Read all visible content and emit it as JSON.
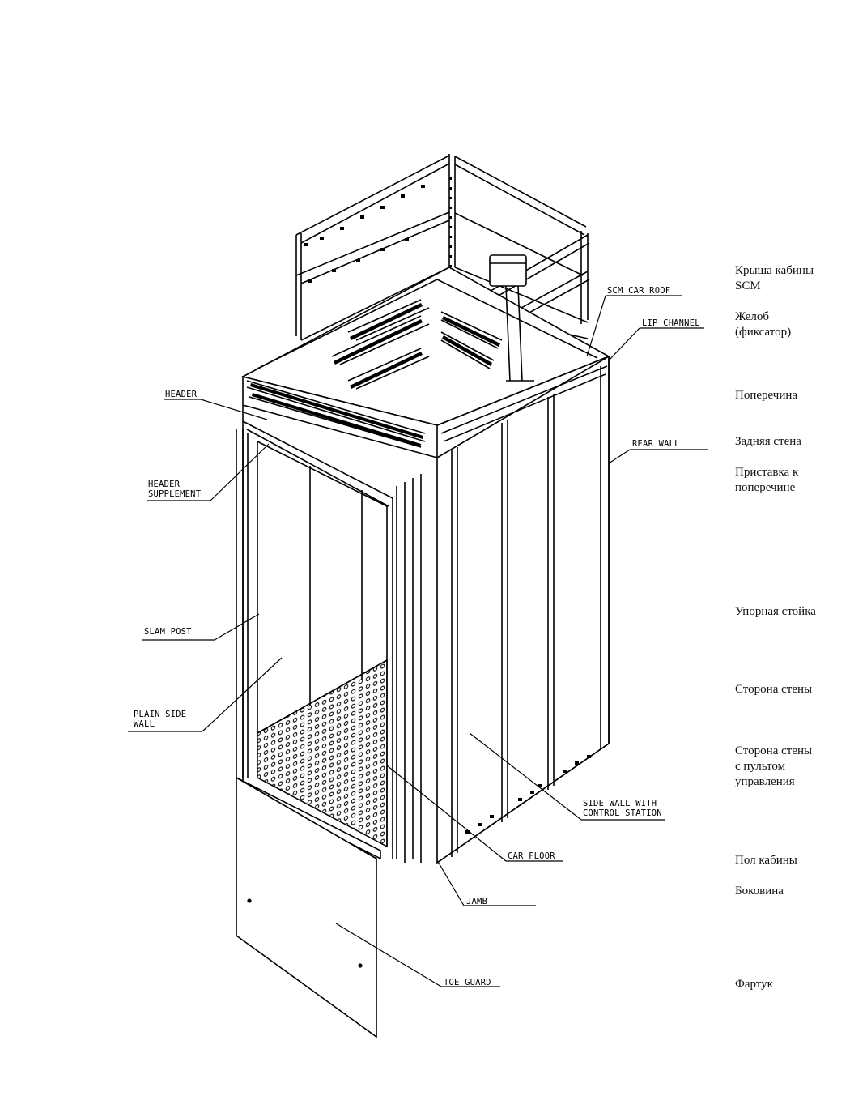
{
  "diagram": {
    "labels_en": {
      "scm_car_roof": "SCM CAR ROOF",
      "lip_channel": "LIP CHANNEL",
      "header": "HEADER",
      "rear_wall": "REAR WALL",
      "header_supplement_1": "HEADER",
      "header_supplement_2": "SUPPLEMENT",
      "slam_post": "SLAM POST",
      "plain_side_wall_1": "PLAIN SIDE",
      "plain_side_wall_2": "WALL",
      "side_wall_control_1": "SIDE WALL WITH",
      "side_wall_control_2": "CONTROL STATION",
      "car_floor": "CAR FLOOR",
      "jamb": "JAMB",
      "toe_guard": "TOE GUARD"
    },
    "labels_ru": {
      "roof": "Крыша кабины\nSCM",
      "lip": "Желоб\n(фиксатор)",
      "header": "Поперечина",
      "rear": "Задняя стена",
      "supplement": "Приставка к\nпоперечине",
      "slam": "Упорная стойка",
      "side": "Сторона стены",
      "control": "Сторона стены\nс пультом\nуправления",
      "floor": "Пол кабины",
      "jamb": "Боковина",
      "toe": "Фартук"
    }
  }
}
